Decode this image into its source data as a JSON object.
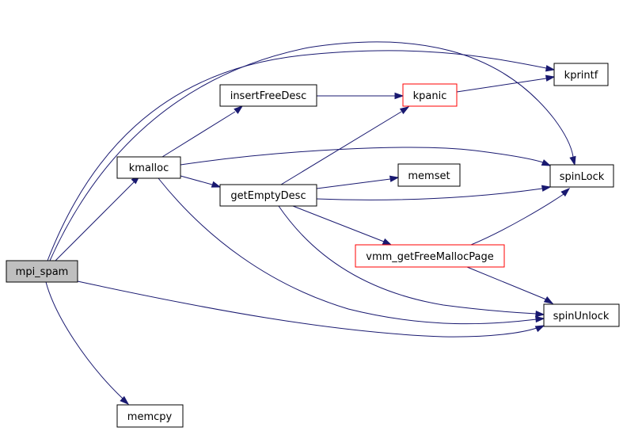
{
  "nodes": [
    {
      "id": "mpi_spam",
      "label": "mpi_spam",
      "fill": "#bfbfbf",
      "border": "#000000"
    },
    {
      "id": "kmalloc",
      "label": "kmalloc",
      "fill": "#ffffff",
      "border": "#000000"
    },
    {
      "id": "insertFreeDesc",
      "label": "insertFreeDesc",
      "fill": "#ffffff",
      "border": "#000000"
    },
    {
      "id": "getEmptyDesc",
      "label": "getEmptyDesc",
      "fill": "#ffffff",
      "border": "#000000"
    },
    {
      "id": "kpanic",
      "label": "kpanic",
      "fill": "#ffffff",
      "border": "#ff0000"
    },
    {
      "id": "memset",
      "label": "memset",
      "fill": "#ffffff",
      "border": "#000000"
    },
    {
      "id": "vmm_getFreeMallocPage",
      "label": "vmm_getFreeMallocPage",
      "fill": "#ffffff",
      "border": "#ff0000"
    },
    {
      "id": "kprintf",
      "label": "kprintf",
      "fill": "#ffffff",
      "border": "#000000"
    },
    {
      "id": "spinLock",
      "label": "spinLock",
      "fill": "#ffffff",
      "border": "#000000"
    },
    {
      "id": "spinUnlock",
      "label": "spinUnlock",
      "fill": "#ffffff",
      "border": "#000000"
    },
    {
      "id": "memcpy",
      "label": "memcpy",
      "fill": "#ffffff",
      "border": "#000000"
    }
  ],
  "edges": [
    {
      "from": "mpi_spam",
      "to": "kmalloc"
    },
    {
      "from": "mpi_spam",
      "to": "kprintf"
    },
    {
      "from": "mpi_spam",
      "to": "spinUnlock"
    },
    {
      "from": "mpi_spam",
      "to": "memcpy"
    },
    {
      "from": "kmalloc",
      "to": "insertFreeDesc"
    },
    {
      "from": "kmalloc",
      "to": "getEmptyDesc"
    },
    {
      "from": "kmalloc",
      "to": "spinLock"
    },
    {
      "from": "kmalloc",
      "to": "spinUnlock"
    },
    {
      "from": "insertFreeDesc",
      "to": "kpanic"
    },
    {
      "from": "kpanic",
      "to": "kprintf"
    },
    {
      "from": "getEmptyDesc",
      "to": "kpanic"
    },
    {
      "from": "getEmptyDesc",
      "to": "memset"
    },
    {
      "from": "getEmptyDesc",
      "to": "spinLock"
    },
    {
      "from": "getEmptyDesc",
      "to": "vmm_getFreeMallocPage"
    },
    {
      "from": "getEmptyDesc",
      "to": "spinUnlock"
    },
    {
      "from": "vmm_getFreeMallocPage",
      "to": "spinLock"
    },
    {
      "from": "vmm_getFreeMallocPage",
      "to": "spinUnlock"
    },
    {
      "from": "mpi_spam",
      "to": "spinLock"
    }
  ]
}
